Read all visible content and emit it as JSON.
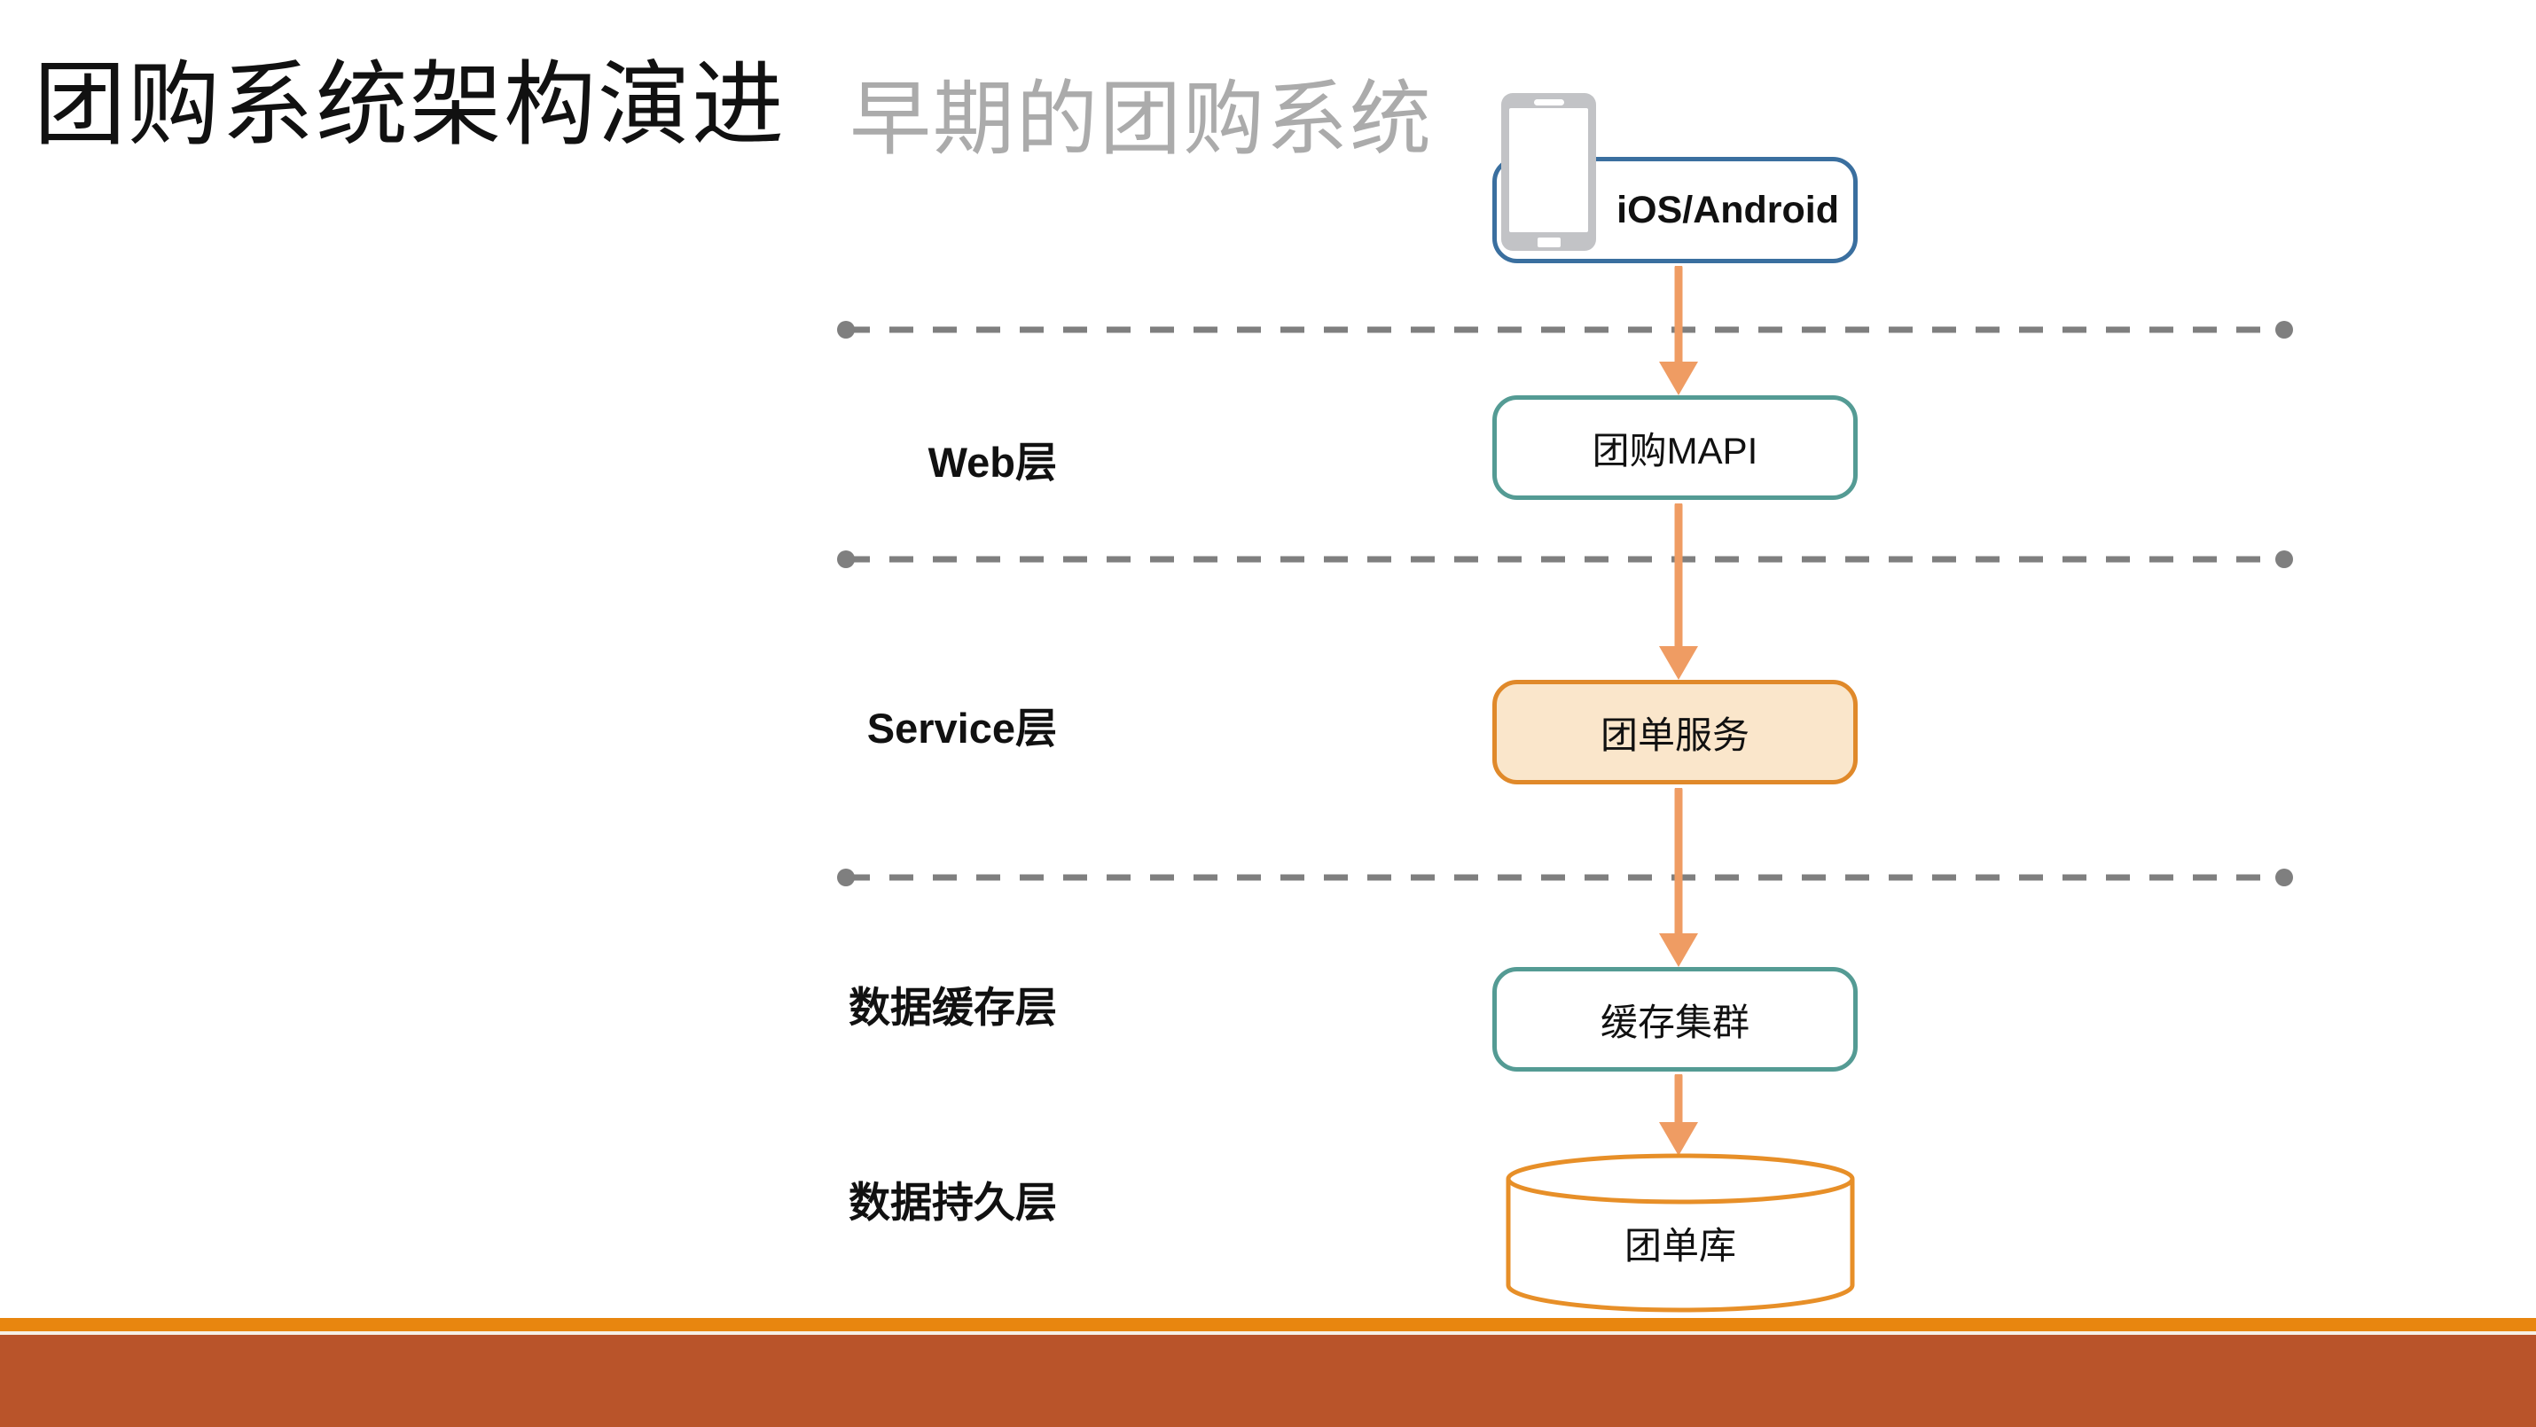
{
  "slide": {
    "title": "团购系统架构演进",
    "subtitle": "早期的团购系统",
    "background_color": "#FFFFFF",
    "footer": {
      "accent_color": "#E8860F",
      "base_color": "#B9542A"
    }
  },
  "diagram": {
    "client_node": {
      "label": "iOS/Android",
      "icon": "smartphone-icon",
      "border_color": "#3A6F9F",
      "fill": "#FFFFFF"
    },
    "layers": [
      {
        "label": "Web层",
        "node": {
          "label": "团购MAPI",
          "shape": "rounded-box",
          "border_color": "#549B94",
          "fill": "#FFFFFF"
        }
      },
      {
        "label": "Service层",
        "node": {
          "label": "团单服务",
          "shape": "rounded-box",
          "border_color": "#E0892A",
          "fill": "#FAE6CB"
        }
      },
      {
        "label": "数据缓存层",
        "node": {
          "label": "缓存集群",
          "shape": "rounded-box",
          "border_color": "#549B94",
          "fill": "#FFFFFF"
        }
      },
      {
        "label": "数据持久层",
        "node": {
          "label": "团单库",
          "shape": "cylinder",
          "border_color": "#E78F28",
          "fill": "#FFFFFF"
        }
      }
    ],
    "divider_color": "#7F7F7F",
    "arrow_color": "#EF9C63",
    "phone_icon_color": "#C2C3C6"
  }
}
